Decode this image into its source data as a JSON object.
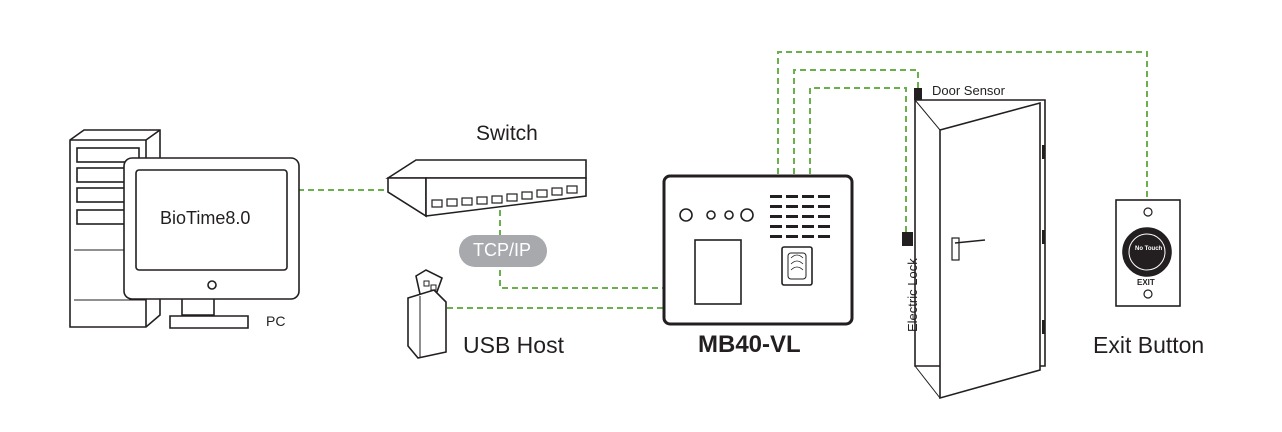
{
  "software": "BioTime8.0",
  "labels": {
    "pc": "PC",
    "switch": "Switch",
    "tcp_ip": "TCP/IP",
    "usb_host": "USB Host",
    "device": "MB40-VL",
    "door_sensor": "Door Sensor",
    "electric_lock": "Electric Lock",
    "exit_button": "Exit Button",
    "no_touch": "No Touch",
    "exit_text": "EXIT"
  },
  "colors": {
    "connection_line": "#6ab04c",
    "outline": "#231f20",
    "tcp_badge": "#a7a9ac",
    "button_face": "#231f20"
  }
}
